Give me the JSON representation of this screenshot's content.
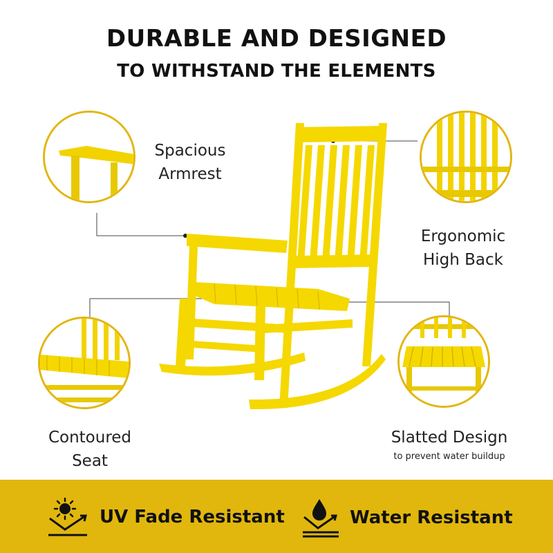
{
  "headline": {
    "line1": "DURABLE AND DESIGNED",
    "line2": "TO WITHSTAND THE ELEMENTS"
  },
  "callouts": {
    "armrest": {
      "line1": "Spacious",
      "line2": "Armrest"
    },
    "back": {
      "line1": "Ergonomic",
      "line2": "High Back"
    },
    "seat": {
      "line1": "Contoured",
      "line2": "Seat"
    },
    "slats": {
      "title": "Slatted Design",
      "subtitle": "to prevent water buildup"
    }
  },
  "features": [
    {
      "label": "UV Fade Resistant",
      "icon": "sun-icon"
    },
    {
      "label": "Water Resistant",
      "icon": "water-drop-icon"
    }
  ],
  "colors": {
    "chair": "#f5d800",
    "accent": "#e2b610",
    "bar": "#e1b70d",
    "text": "#111111"
  }
}
